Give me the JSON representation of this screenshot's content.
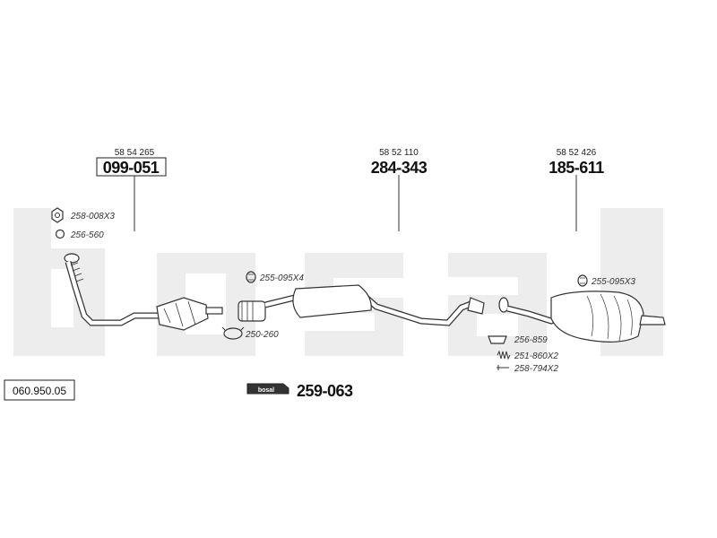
{
  "watermark": "bosal",
  "diagram_ref": "060.950.05",
  "parts": {
    "front_pipe": {
      "oe_number": "58 54 265",
      "part_number": "099-051"
    },
    "middle_silencer": {
      "oe_number": "58 52 110",
      "part_number": "284-343"
    },
    "rear_silencer": {
      "oe_number": "58 52 426",
      "part_number": "185-611"
    }
  },
  "accessories": {
    "nut": "258-008X3",
    "ring": "256-560",
    "clamp_mid": "255-095X4",
    "clamp_band": "250-260",
    "clamp_rear": "255-095X3",
    "gasket": "256-859",
    "spring": "251-860X2",
    "bolt": "258-794X2"
  },
  "kit": {
    "logo_text": "bosal",
    "part_number": "259-063"
  }
}
